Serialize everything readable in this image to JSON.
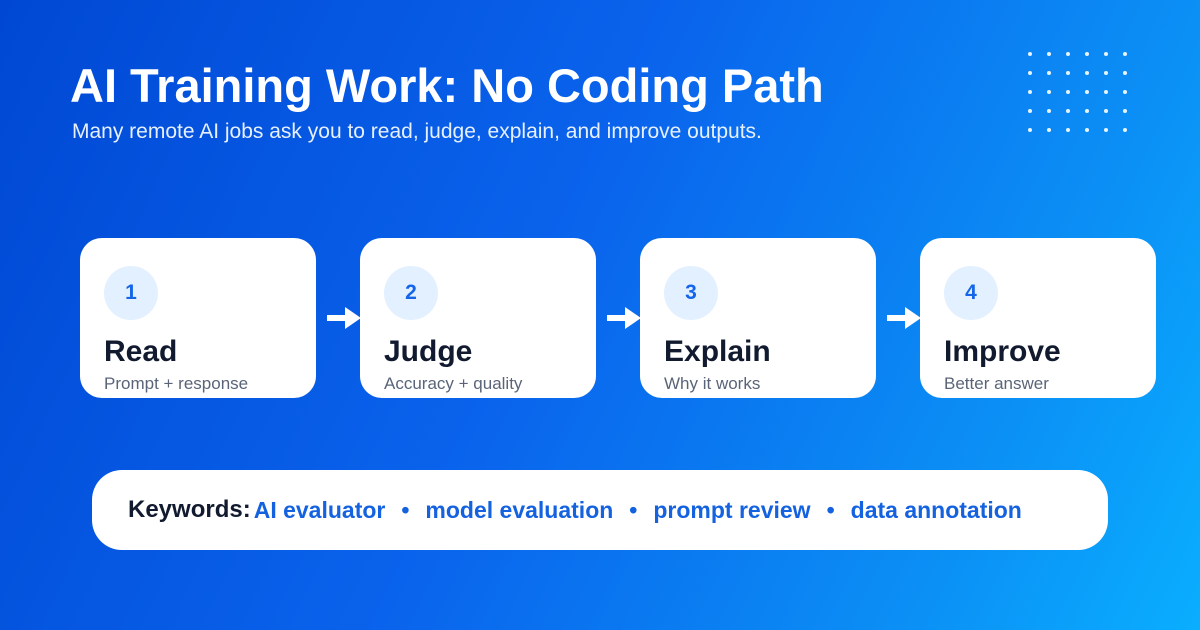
{
  "header": {
    "title": "AI Training Work: No Coding Path",
    "subtitle": "Many remote AI jobs ask you to read, judge, explain, and improve outputs."
  },
  "steps": [
    {
      "number": "1",
      "label": "Read",
      "description": "Prompt + response"
    },
    {
      "number": "2",
      "label": "Judge",
      "description": "Accuracy + quality"
    },
    {
      "number": "3",
      "label": "Explain",
      "description": "Why it works"
    },
    {
      "number": "4",
      "label": "Improve",
      "description": "Better answer"
    }
  ],
  "keywords": {
    "label": "Keywords:",
    "items": [
      "AI evaluator",
      "model evaluation",
      "prompt review",
      "data annotation"
    ],
    "separator": "•"
  },
  "colors": {
    "background_start": "#0048d4",
    "background_end": "#0aaeff",
    "accent": "#1462e0",
    "badge_bg": "#e3f0ff"
  },
  "icons": {
    "decoration": "dot-grid-icon",
    "connector": "arrow-right-icon"
  }
}
